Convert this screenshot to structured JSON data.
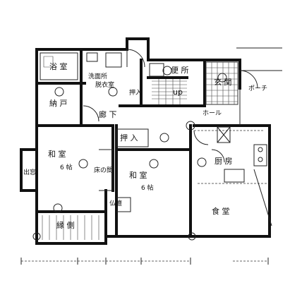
{
  "rooms": {
    "bath": "浴 室",
    "washroom_line1": "洗面所",
    "washroom_line2": "脱衣室",
    "toilet": "便 所",
    "entrance": "玄 関",
    "porch": "ポーチ",
    "storage": "納 戸",
    "closet_top": "押入",
    "up": "up",
    "corridor": "廊 下",
    "hall": "ホール",
    "closet_mid": "押 入",
    "washitsu_left_1": "和 室",
    "washitsu_left_2": "6 帖",
    "tokonoma": "床の間",
    "demado": "出窓",
    "washitsu_center_1": "和 室",
    "washitsu_center_2": "6 帖",
    "butsudan": "仏壇",
    "kitchen": "厨 房",
    "dining": "食 堂",
    "engawa": "縁 側"
  },
  "colors": {
    "wall": "#111111",
    "background": "#ffffff",
    "tile": "#333333"
  }
}
